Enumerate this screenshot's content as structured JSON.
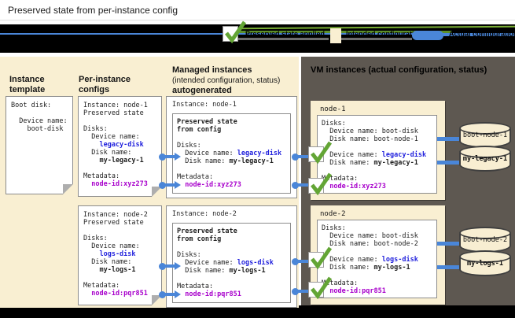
{
  "title": "Preserved state from per-instance config",
  "legend": {
    "check_label": "Preserved state applied",
    "intended_label": "Intended configuration",
    "actual_label": "Actual configuration"
  },
  "headers": {
    "template": "Instance template",
    "configs": "Per-instance configs",
    "managed_title": "Managed instances",
    "managed_sub": "(intended configuration, status)",
    "managed_note": "autogenerated",
    "vm_title": "VM instances (actual configuration, status)"
  },
  "template_doc": {
    "boot": "Boot disk:",
    "device_label": "  Device name:",
    "device_value": "    boot-disk"
  },
  "nodes": [
    {
      "config": {
        "instance": "Instance: node-1",
        "state": "Preserved state",
        "disks": "Disks:",
        "device_label": "  Device name:",
        "device_value": "    legacy-disk",
        "disk_label": "  Disk name:",
        "disk_value": "    my-legacy-1",
        "metadata": "Metadata:",
        "metadata_value": "  node-id:xyz273"
      },
      "managed": {
        "instance": "Instance: node-1",
        "state1": "Preserved state",
        "state2": "from config",
        "disks": "Disks:",
        "device_label": "  Device name: ",
        "device_value": "legacy-disk",
        "disk_label": "  Disk name: ",
        "disk_value": "my-legacy-1",
        "metadata": "Metadata:",
        "metadata_value": "  node-id:xyz273"
      },
      "vm": {
        "name": "node-1",
        "disks": "Disks:",
        "boot_device": "  Device name: boot-disk",
        "boot_disk": "  Disk name: boot-node-1",
        "device_label": "  Device name: ",
        "device_value": "legacy-disk",
        "disk_label": "  Disk name: ",
        "disk_value": "my-legacy-1",
        "metadata": "Metadata:",
        "metadata_value": "  node-id:xyz273"
      },
      "disks": {
        "boot": "boot-node-1",
        "stateful": "my-legacy-1"
      }
    },
    {
      "config": {
        "instance": "Instance: node-2",
        "state": "Preserved state",
        "disks": "Disks:",
        "device_label": "  Device name:",
        "device_value": "    logs-disk",
        "disk_label": "  Disk name:",
        "disk_value": "    my-logs-1",
        "metadata": "Metadata:",
        "metadata_value": "  node-id:pqr851"
      },
      "managed": {
        "instance": "Instance: node-2",
        "state1": "Preserved state",
        "state2": "from config",
        "disks": "Disks:",
        "device_label": "  Device name: ",
        "device_value": "logs-disk",
        "disk_label": "  Disk name: ",
        "disk_value": "my-logs-1",
        "metadata": "Metadata:",
        "metadata_value": "  node-id:pqr851"
      },
      "vm": {
        "name": "node-2",
        "disks": "Disks:",
        "boot_device": "  Device name: boot-disk",
        "boot_disk": "  Disk name: boot-node-2",
        "device_label": "  Device name: ",
        "device_value": "logs-disk",
        "disk_label": "  Disk name: ",
        "disk_value": "my-logs-1",
        "metadata": "Metadata:",
        "metadata_value": "  node-id:pqr851"
      },
      "disks": {
        "boot": "boot-node-2",
        "stateful": "my-logs-1"
      }
    }
  ],
  "colors": {
    "panel_cream": "#f9efd2",
    "panel_gray": "#5e5851",
    "connector_blue": "#4a86d8",
    "device_name_blue": "#2222dd",
    "metadata_magenta": "#a800cc",
    "check_green": "#63a535"
  }
}
